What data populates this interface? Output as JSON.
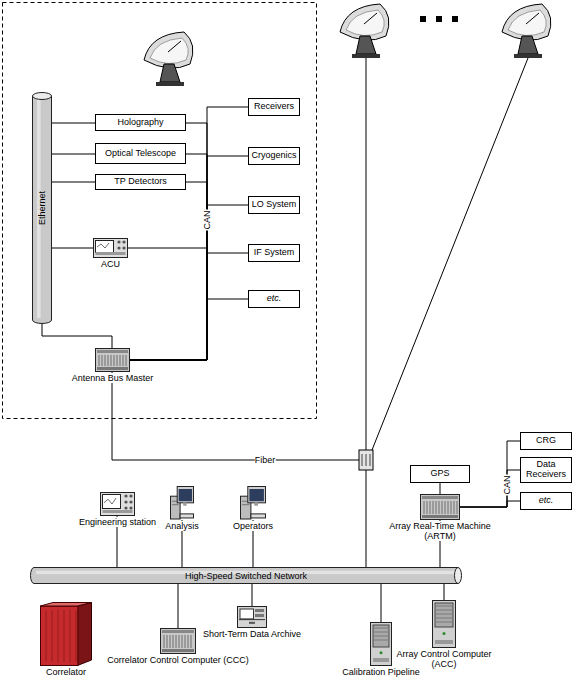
{
  "diagram": {
    "nodes": [
      {
        "text": [
          "Ethernet"
        ]
      },
      {
        "text": [
          "Holography"
        ]
      },
      {
        "text": [
          "Optical Telescope"
        ]
      },
      {
        "text": [
          "TP Detectors"
        ]
      },
      {
        "text": [
          "ACU"
        ]
      },
      {
        "text": [
          "Antenna Bus Master"
        ]
      },
      {
        "text": [
          "Receivers"
        ]
      },
      {
        "text": [
          "Cryogenics"
        ]
      },
      {
        "text": [
          "LO System"
        ]
      },
      {
        "text": [
          "IF System"
        ]
      },
      {
        "text": [
          "etc."
        ]
      },
      {
        "text": [
          "GPS"
        ]
      },
      {
        "text": [
          "CRG"
        ]
      },
      {
        "text": [
          "Data Receivers"
        ]
      },
      {
        "text": [
          "etc."
        ]
      },
      {
        "text": [
          "Engineering station"
        ]
      },
      {
        "text": [
          "Analysis"
        ]
      },
      {
        "text": [
          "Operators"
        ]
      },
      {
        "text": [
          "Array Real-Time Machine (ARTM)"
        ]
      },
      {
        "text": [
          "High-Speed Switched Network"
        ]
      },
      {
        "text": [
          "Correlator"
        ]
      },
      {
        "text": [
          "Correlator Control Computer (CCC)"
        ]
      },
      {
        "text": [
          "Short-Term Data Archive"
        ]
      },
      {
        "text": [
          "Calibration Pipeline"
        ]
      },
      {
        "text": [
          "Array Control Computer (ACC)"
        ]
      }
    ],
    "edges": [
      {
        "from": 0,
        "to": 1,
        "arrow": "none"
      },
      {
        "from": 0,
        "to": 2,
        "arrow": "none"
      },
      {
        "from": 0,
        "to": 3,
        "arrow": "none"
      },
      {
        "from": 0,
        "to": 4,
        "arrow": "none"
      },
      {
        "from": 0,
        "to": 5,
        "arrow": "none"
      },
      {
        "from": 5,
        "to": 1,
        "arrow": "none"
      },
      {
        "from": 5,
        "to": 2,
        "arrow": "none"
      },
      {
        "from": 5,
        "to": 3,
        "arrow": "none"
      },
      {
        "from": 5,
        "to": 4,
        "arrow": "none"
      },
      {
        "from": 5,
        "to": 6,
        "arrow": "none"
      },
      {
        "from": 5,
        "to": 7,
        "arrow": "none"
      },
      {
        "from": 5,
        "to": 8,
        "arrow": "none"
      },
      {
        "from": 5,
        "to": 9,
        "arrow": "none"
      },
      {
        "from": 5,
        "to": 10,
        "arrow": "none"
      },
      {
        "from": 5,
        "to": 19,
        "label": "Fiber",
        "arrow": "none"
      },
      {
        "from": 15,
        "to": 19,
        "arrow": "none"
      },
      {
        "from": 16,
        "to": 19,
        "arrow": "none"
      },
      {
        "from": 17,
        "to": 19,
        "arrow": "none"
      },
      {
        "from": 18,
        "to": 11,
        "arrow": "none"
      },
      {
        "from": 18,
        "to": 12,
        "arrow": "none"
      },
      {
        "from": 18,
        "to": 13,
        "arrow": "none"
      },
      {
        "from": 18,
        "to": 14,
        "arrow": "none"
      },
      {
        "from": 18,
        "to": 19,
        "arrow": "none"
      },
      {
        "from": 21,
        "to": 19,
        "arrow": "none"
      },
      {
        "from": 22,
        "to": 19,
        "arrow": "none"
      },
      {
        "from": 23,
        "to": 19,
        "arrow": "none"
      },
      {
        "from": 24,
        "to": 19,
        "arrow": "none"
      }
    ],
    "labels": [
      "CAN",
      "CAN"
    ]
  }
}
